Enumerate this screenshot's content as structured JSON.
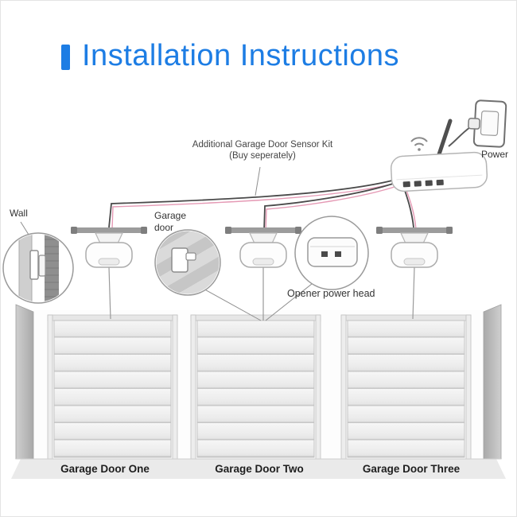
{
  "title": "Installation Instructions",
  "colors": {
    "accent": "#1d7de4",
    "wire_dark": "#4a4a4a",
    "wire_pink": "#e59ab5"
  },
  "annotations": {
    "sensor_kit_line1": "Additional Garage Door Sensor Kit",
    "sensor_kit_line2": "(Buy seperately)",
    "power": "Power",
    "wall": "Wall",
    "garage_door": "Garage door",
    "opener_power_head": "Opener power head"
  },
  "doors": [
    {
      "label": "Garage Door One"
    },
    {
      "label": "Garage Door Two"
    },
    {
      "label": "Garage Door Three"
    }
  ]
}
